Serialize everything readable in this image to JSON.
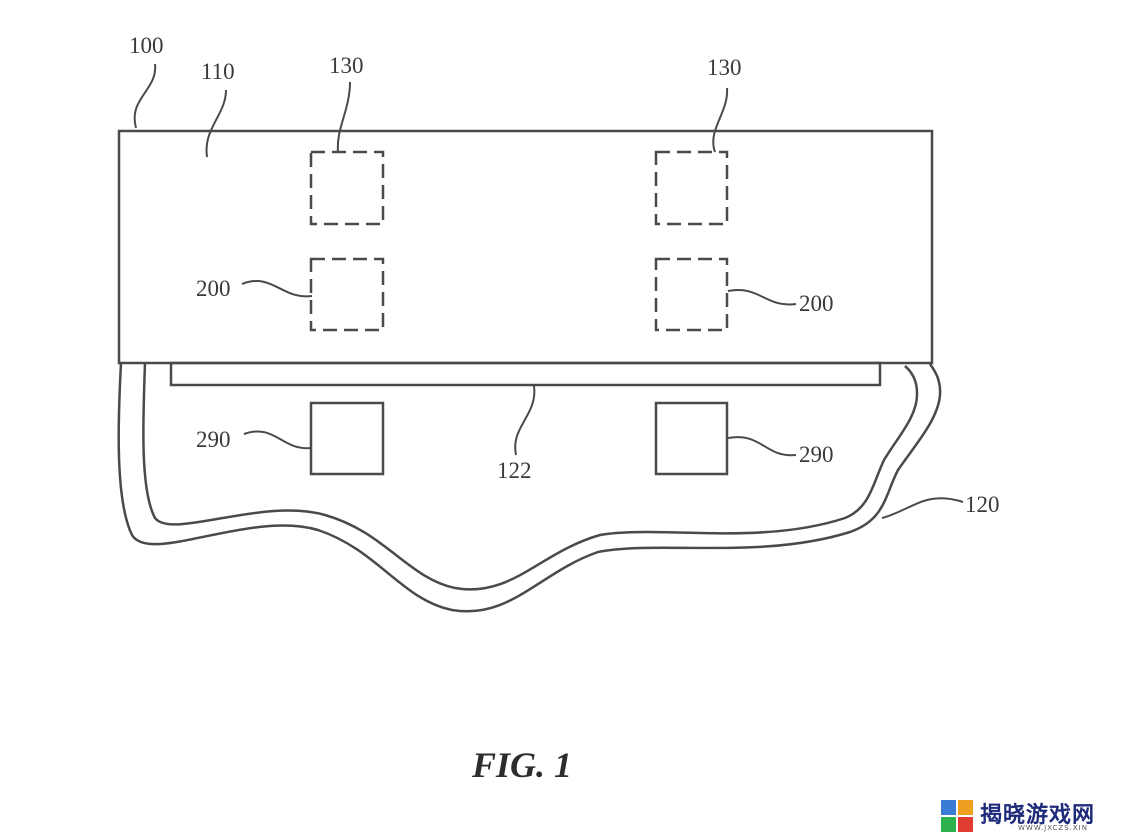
{
  "figure": {
    "caption": "FIG. 1",
    "labels": {
      "device": "100",
      "top_layer": "110",
      "flexible_member": "120",
      "strip": "122",
      "component_left": "130",
      "component_right": "130",
      "element_left": "200",
      "element_right": "200",
      "contact_left": "290",
      "contact_right": "290"
    }
  },
  "watermark": {
    "name": "揭晓游戏网",
    "url": "WWW.JXCZS.XIN",
    "colors": [
      "#3a7bd5",
      "#f0a020",
      "#2bb24c",
      "#e03c31"
    ]
  }
}
